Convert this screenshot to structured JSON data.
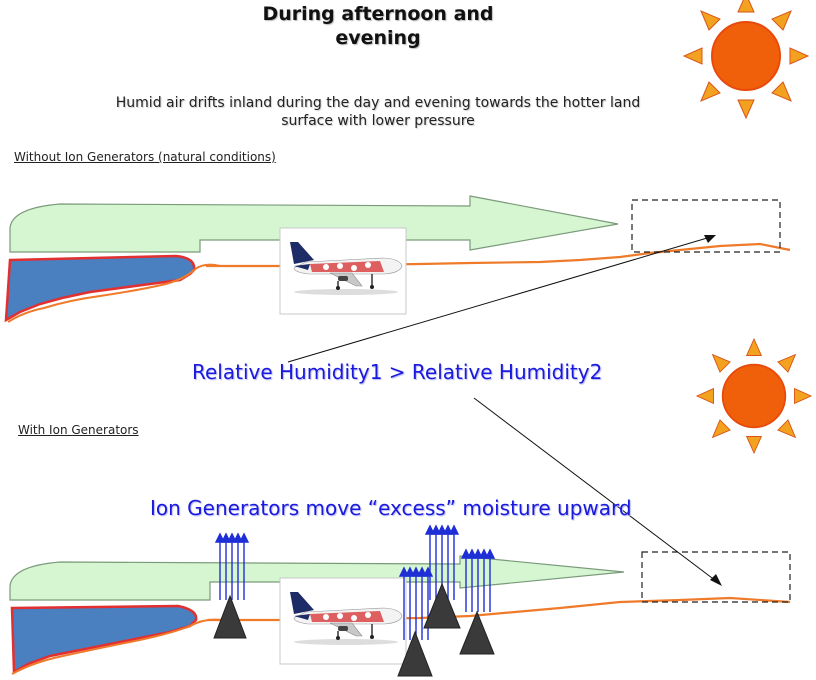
{
  "header": {
    "title_line1": "During afternoon and",
    "title_line2": "evening",
    "subtitle_line1": "Humid air drifts inland during the day and evening towards the hotter land",
    "subtitle_line2": "surface with lower pressure"
  },
  "sections": {
    "top_label": "Without Ion Generators (natural conditions)",
    "bottom_label": "With Ion Generators"
  },
  "annotations": {
    "humidity_relation": "Relative Humidity1 > Relative Humidity2",
    "ion_effect": "Ion Generators move “excess” moisture upward"
  },
  "colors": {
    "sun": "#f0600a",
    "sun_rays": "#f3a21f",
    "airflow_fill": "#d6f6d2",
    "water": "#4a7fc0",
    "shore_outline": "#e23030",
    "land_line": "#ee7a2a",
    "text_blue": "#1a1adf",
    "ion_arrows": "#1f2fd6",
    "generator": "#3a3a3a"
  }
}
